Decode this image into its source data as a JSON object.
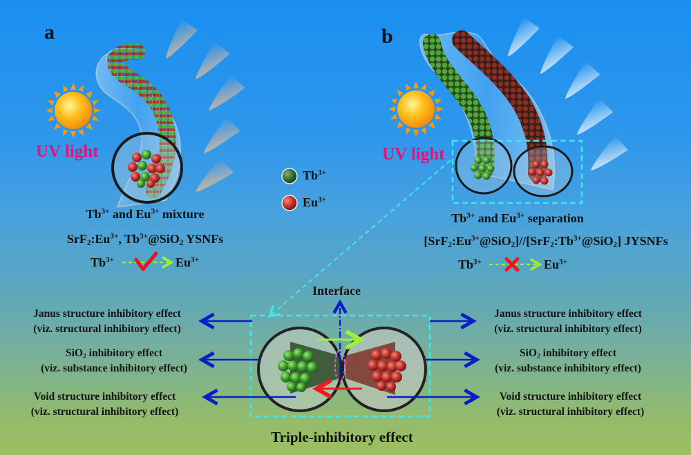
{
  "colors": {
    "bg_top": "#1a8ff0",
    "bg_bottom": "#9ebf5e",
    "uv_label": "#e0147a",
    "tb_color": "#2f7a2f",
    "eu_color": "#c0282a",
    "callout_box": "#3fe8f0",
    "blue_arrows": "#0a1ec8",
    "energy_arrow": "#9cf03c",
    "check": "#e8141e",
    "cross": "#f0141e"
  },
  "panel_a": {
    "letter": "a",
    "uv_label": "UV light",
    "caption_title": {
      "pre": "Tb",
      "sup1": "3+",
      "mid": " and Eu",
      "sup2": "3+",
      "post": " mixture"
    },
    "formula": {
      "p1": "SrF",
      "sub1": "2",
      "p2": ":Eu",
      "sup1": "3+",
      "p3": ", Tb",
      "sup2": "3+",
      "p4": "@SiO",
      "sub2": "2",
      "p5": " YSNFs"
    },
    "transfer": {
      "from": "Tb",
      "from_sup": "3+",
      "to": "Eu",
      "to_sup": "3+",
      "status": "allowed",
      "status_icon": "checkmark-icon"
    }
  },
  "panel_b": {
    "letter": "b",
    "uv_label": "UV light",
    "caption_title": {
      "pre": "Tb",
      "sup1": "3+",
      "mid": " and Eu",
      "sup2": "3+",
      "post": " separation"
    },
    "formula": {
      "p1": "[SrF",
      "sub1": "2",
      "p2": ":Eu",
      "sup1": "3+",
      "p3": "@SiO",
      "sub2": "2",
      "p4": "]//[SrF",
      "sub3": "2",
      "p5": ":Tb",
      "sup2": "3+",
      "p6": "@SiO",
      "sub4": "2",
      "p7": "] JYSNFs"
    },
    "transfer": {
      "from": "Tb",
      "from_sup": "3+",
      "to": "Eu",
      "to_sup": "3+",
      "status": "blocked",
      "status_icon": "cross-icon"
    }
  },
  "legend": [
    {
      "label": "Tb",
      "sup": "3+",
      "color": "#2f6e2f"
    },
    {
      "label": "Eu",
      "sup": "3+",
      "color": "#c0282a"
    }
  ],
  "detail": {
    "interface_label": "Interface",
    "bottom_title": "Triple-inhibitory effect",
    "left_effects": [
      {
        "line1": "Janus structure inhibitory effect",
        "line2": "(viz. structural inhibitory effect)"
      },
      {
        "line1_pre": "SiO",
        "line1_sub": "2",
        "line1_post": " inhibitory effect",
        "line2": "(viz. substance inhibitory effect)"
      },
      {
        "line1": "Void structure inhibitory effect",
        "line2": "(viz. structural inhibitory effect)"
      }
    ],
    "right_effects": [
      {
        "line1": "Janus structure inhibitory effect",
        "line2": "(viz. structural inhibitory effect)"
      },
      {
        "line1_pre": "SiO",
        "line1_sub": "2",
        "line1_post": " inhibitory effect",
        "line2": "(viz. substance inhibitory effect)"
      },
      {
        "line1": "Void structure inhibitory effect",
        "line2": "(viz. structural inhibitory effect)"
      }
    ]
  }
}
